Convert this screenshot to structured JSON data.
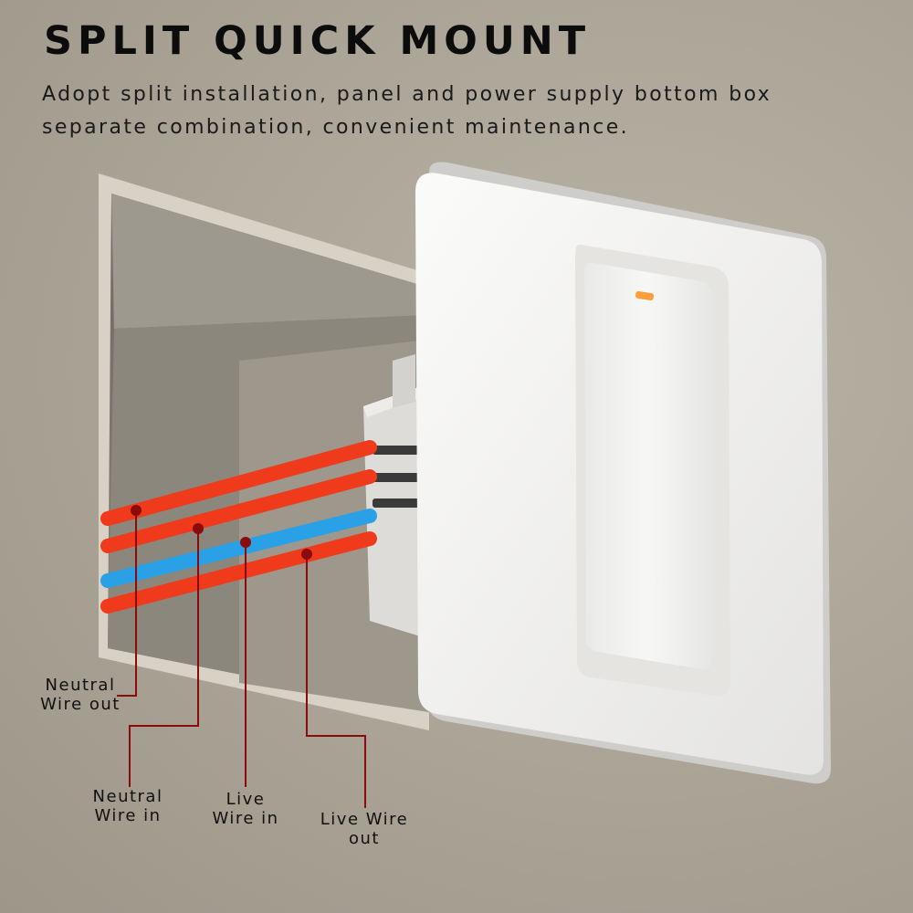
{
  "title": "SPLIT QUICK MOUNT",
  "subtitle": "Adopt split installation, panel and power supply bottom box separate combination, convenient maintenance.",
  "wire_labels": {
    "neutral_out": "Neutral\nWire out",
    "neutral_in": "Neutral\nWire in",
    "live_in": "Live\nWire in",
    "live_out": "Live Wire\nout"
  },
  "colors": {
    "wire_red": "#ef3a1c",
    "wire_blue": "#2aa0e6",
    "leader_line": "#8b0a0a",
    "switch_panel": "#f4f4f3",
    "background": "#aca597"
  }
}
